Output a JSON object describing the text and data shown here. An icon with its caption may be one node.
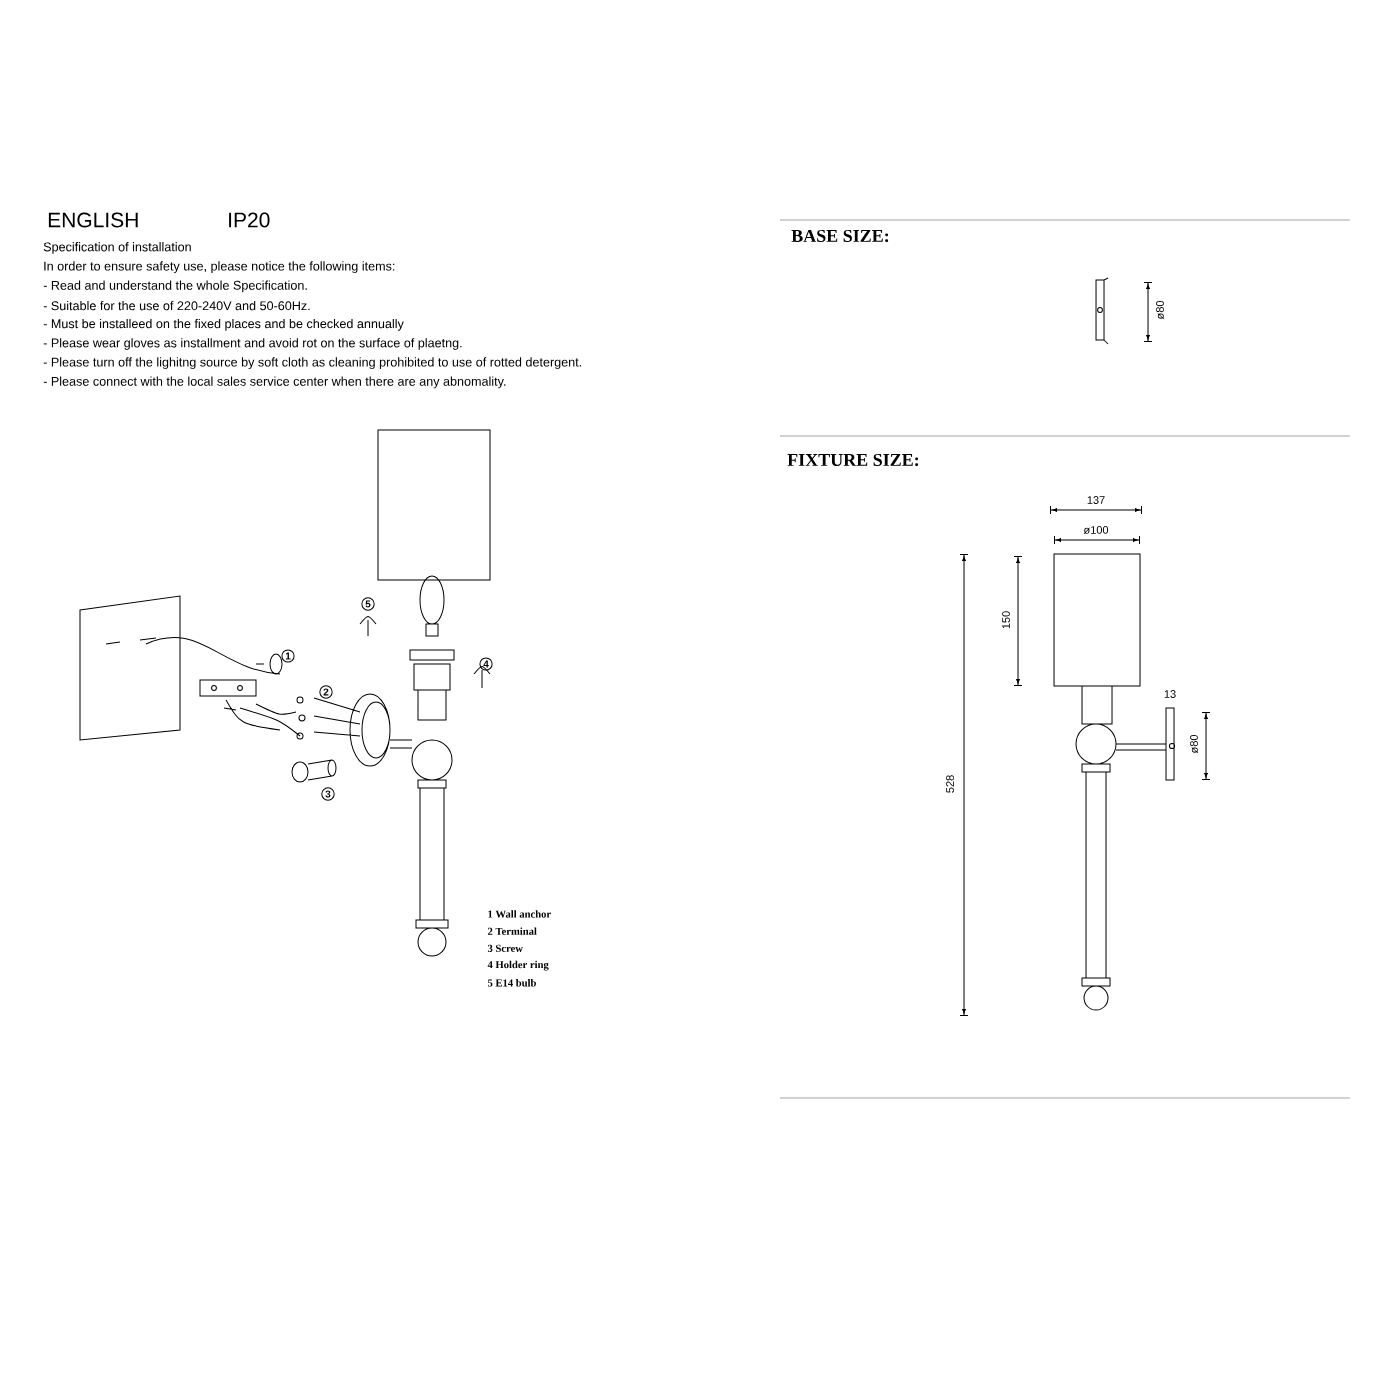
{
  "diagram": {
    "labels": [
      "ENGLISH",
      "IP20",
      "Specification of installation",
      "In order to ensure safety use, please notice the following items:",
      "- Read and understand the whole Specification.",
      "- Suitable for the use of 220-240V and 50-60Hz.",
      "- Must be installeed on the fixed places and be checked annually",
      "- Please wear gloves as installment and avoid rot on the surface of plaetng.",
      "- Please turn off the lighitng source by soft cloth as cleaning prohibited to use of rotted detergent.",
      "- Please connect with the local sales service center when there are any abnomality.",
      "BASE SIZE:",
      "ø80",
      "FIXTURE SIZE:",
      "137",
      "ø100",
      "150",
      "528",
      "13",
      "ø80",
      "5",
      "1",
      "4",
      "2",
      "3",
      "1 Wall anchor",
      "2 Terminal",
      "3 Screw",
      "4 Holder ring",
      "5 E14 bulb"
    ]
  }
}
